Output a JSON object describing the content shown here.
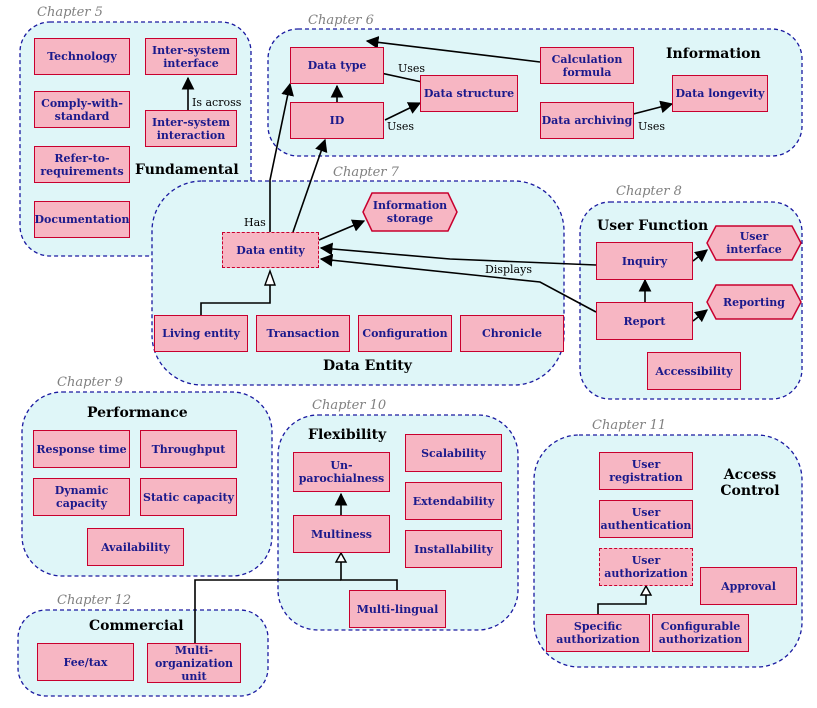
{
  "groups": {
    "ch5": {
      "chapter": "Chapter 5",
      "title": "Fundamental"
    },
    "ch6": {
      "chapter": "Chapter 6",
      "title": "Information"
    },
    "ch7": {
      "chapter": "Chapter 7",
      "title": "Data Entity"
    },
    "ch8": {
      "chapter": "Chapter 8",
      "title": "User Function"
    },
    "ch9": {
      "chapter": "Chapter 9",
      "title": "Performance"
    },
    "ch10": {
      "chapter": "Chapter 10",
      "title": "Flexibility"
    },
    "ch11": {
      "chapter": "Chapter 11",
      "title": "Access Control"
    },
    "ch12": {
      "chapter": "Chapter 12",
      "title": "Commercial"
    }
  },
  "nodes": {
    "technology": "Technology",
    "comply_with_standard": "Comply-with-standard",
    "refer_to_requirements": "Refer-to-requirements",
    "documentation": "Documentation",
    "inter_system_interface": "Inter-system interface",
    "inter_system_interaction": "Inter-system interaction",
    "data_type": "Data type",
    "id": "ID",
    "data_structure": "Data structure",
    "calculation_formula": "Calculation formula",
    "data_archiving": "Data archiving",
    "data_longevity": "Data longevity",
    "data_entity": "Data entity",
    "information_storage": "Information storage",
    "living_entity": "Living entity",
    "transaction": "Transaction",
    "configuration": "Configuration",
    "chronicle": "Chronicle",
    "inquiry": "Inquiry",
    "report": "Report",
    "user_interface": "User interface",
    "reporting": "Reporting",
    "accessibility": "Accessibility",
    "response_time": "Response time",
    "throughput": "Throughput",
    "dynamic_capacity": "Dynamic capacity",
    "static_capacity": "Static capacity",
    "availability": "Availability",
    "unparochialness": "Un-parochialness",
    "multiness": "Multiness",
    "multi_lingual": "Multi-lingual",
    "scalability": "Scalability",
    "extendability": "Extendability",
    "installability": "Installability",
    "user_registration": "User registration",
    "user_authentication": "User authentication",
    "user_authorization": "User authorization",
    "approval": "Approval",
    "specific_authorization": "Specific authorization",
    "configurable_authorization": "Configurable authorization",
    "fee_tax": "Fee/tax",
    "multi_organization_unit": "Multi-organization unit"
  },
  "edge_labels": {
    "is_across": "Is across",
    "uses_1": "Uses",
    "uses_2": "Uses",
    "uses_3": "Uses",
    "has": "Has",
    "displays": "Displays"
  },
  "colors": {
    "group_fill": "#dff6f8",
    "group_border": "#1a1aa0",
    "node_fill": "#f7b6c3",
    "node_border": "#c8002e",
    "node_text": "#1a1a8c",
    "edge": "#000000"
  }
}
